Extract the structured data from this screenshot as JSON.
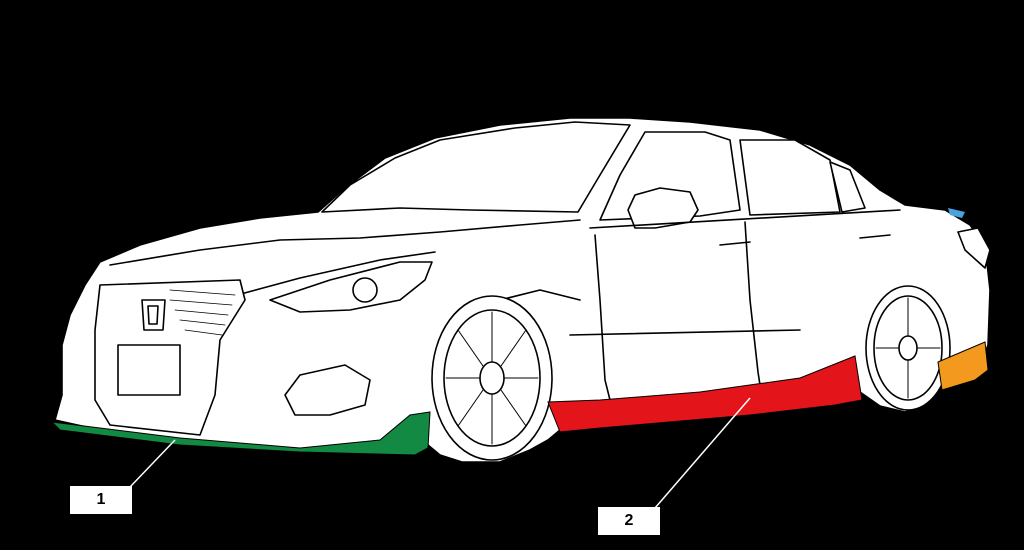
{
  "diagram": {
    "background": "#000000",
    "line_color": "#000000",
    "body_fill": "#ffffff",
    "parts": [
      {
        "label": "1",
        "part": "front-lip-spoiler",
        "color": "#138a43"
      },
      {
        "label": "2",
        "part": "side-skirt",
        "color": "#e3141a"
      }
    ],
    "rear_part_color": "#f39a1e",
    "accent_color": "#4aa3df"
  }
}
